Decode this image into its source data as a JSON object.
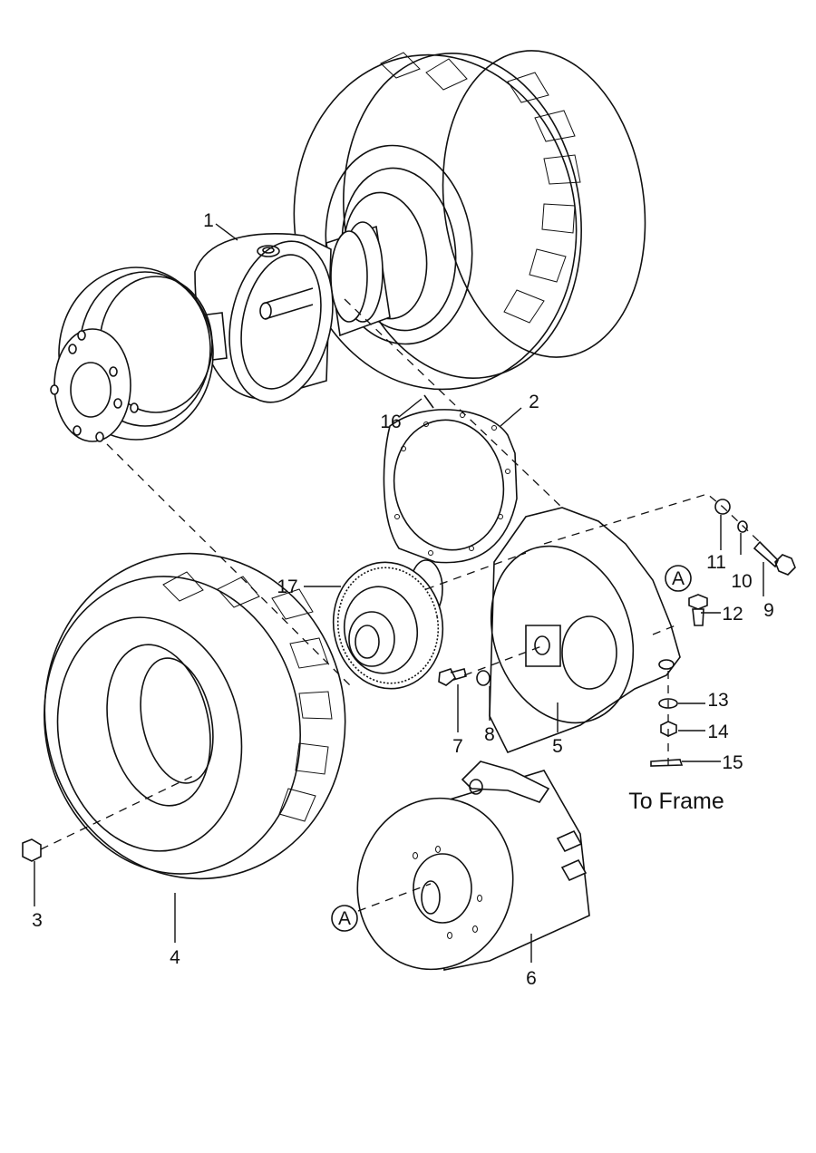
{
  "diagram": {
    "type": "exploded-parts-diagram",
    "subject": "drive axle, wheels, gear and motor assembly",
    "callouts": [
      {
        "id": "1",
        "part": "drive-axle-housing"
      },
      {
        "id": "2",
        "part": "gasket"
      },
      {
        "id": "3",
        "part": "lug-nut"
      },
      {
        "id": "4",
        "part": "wheel-tire"
      },
      {
        "id": "5",
        "part": "gearbox-housing"
      },
      {
        "id": "6",
        "part": "drive-motor"
      },
      {
        "id": "7",
        "part": "drain-plug"
      },
      {
        "id": "8",
        "part": "washer"
      },
      {
        "id": "9",
        "part": "bolt"
      },
      {
        "id": "10",
        "part": "lock-washer"
      },
      {
        "id": "11",
        "part": "flat-washer"
      },
      {
        "id": "12",
        "part": "bolt"
      },
      {
        "id": "13",
        "part": "washer"
      },
      {
        "id": "14",
        "part": "nut"
      },
      {
        "id": "15",
        "part": "cotter-pin"
      },
      {
        "id": "16",
        "part": "dowel-pin"
      },
      {
        "id": "17",
        "part": "gear"
      }
    ],
    "reference_markers": [
      "A",
      "A"
    ],
    "annotation": "To Frame"
  }
}
